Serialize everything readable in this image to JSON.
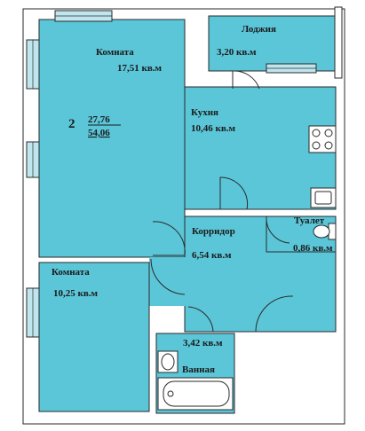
{
  "plan": {
    "rooms": {
      "room1": {
        "name": "Комната",
        "area": "17,51 кв.м"
      },
      "loggia": {
        "name": "Лоджия",
        "area": "3,20 кв.м"
      },
      "kitchen": {
        "name": "Кухня",
        "area": "10,46 кв.м"
      },
      "toilet": {
        "name": "Туалет",
        "area": "0,86 кв.м"
      },
      "corridor": {
        "name": "Корридор",
        "area": "6,54 кв.м"
      },
      "room2": {
        "name": "Комната",
        "area": "10,25 кв.м"
      },
      "bathroom_area": {
        "area": "3,42 кв.м"
      },
      "bathroom": {
        "name": "Ванная"
      }
    },
    "summary": {
      "rooms_count": "2",
      "living_area": "27,76",
      "total_area": "54,06"
    }
  },
  "colors": {
    "floor": "#5bc6d8",
    "wall": "#ffffff",
    "wall_outline": "#2a2a2a",
    "window": "#bfe6ee",
    "background": "#ffffff"
  }
}
